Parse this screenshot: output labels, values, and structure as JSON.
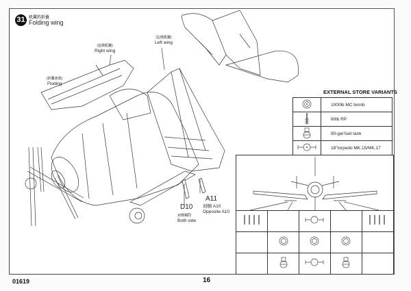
{
  "step": {
    "number": "31",
    "title_cn": "机翼的折叠",
    "title": "Folding wing"
  },
  "labels": {
    "right_wing": {
      "cn": "(右侧机翼)",
      "en": "Right wing"
    },
    "left_wing": {
      "cn": "(左侧机翼)",
      "en": "Left wing"
    },
    "folding": {
      "cn": "(折叠状态)",
      "en": "Floding"
    }
  },
  "parts": {
    "d10": {
      "code": "D10",
      "note_cn": "对侧相同",
      "note": "Both side"
    },
    "a11": {
      "code": "A11",
      "note_cn": "对侧 A10",
      "note": "Opposite A10"
    }
  },
  "external_stores": {
    "title": "EXTERNAL STORE VARIANTS",
    "items": [
      {
        "icon": "bomb-icon",
        "label": "1000lb MC bomb"
      },
      {
        "icon": "rocket-icon",
        "label": "60lb RP"
      },
      {
        "icon": "fuel-tank-icon",
        "label": "90-gal fuel tank"
      },
      {
        "icon": "torpedo-icon",
        "label": "18\"torpedo MK.15/MK.17"
      }
    ]
  },
  "loadout_grid": {
    "rows": [
      [
        "rockets-4",
        "",
        "torpedo",
        "",
        "rockets-4"
      ],
      [
        "",
        "bomb",
        "bomb",
        "bomb",
        ""
      ],
      [
        "",
        "fuel-tank",
        "torpedo",
        "fuel-tank",
        ""
      ]
    ]
  },
  "footer": {
    "code": "01619",
    "page": "16"
  }
}
